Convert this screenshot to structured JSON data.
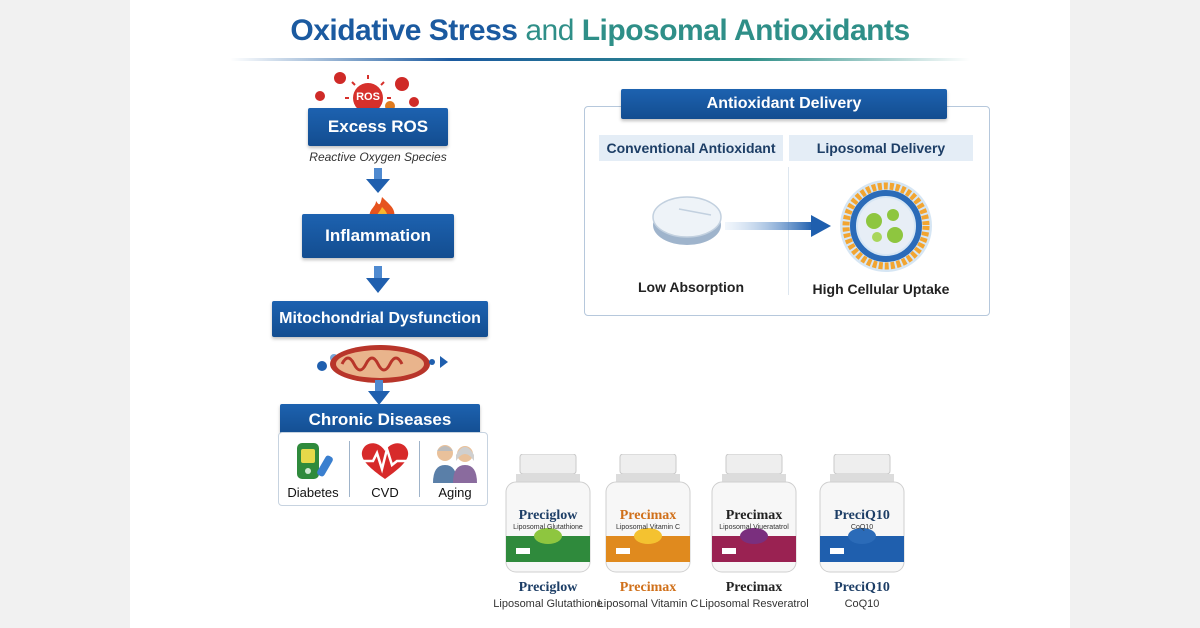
{
  "title": {
    "part1": "Oxidative Stress",
    "part2": "and",
    "part3": "Liposomal Antioxidants"
  },
  "pathway": {
    "ros_badge": "ROS",
    "step1": "Excess ROS",
    "step1_sub": "Reactive Oxygen Species",
    "step2": "Inflammation",
    "step3": "Mitochondrial Dysfunction",
    "step4": "Chronic Diseases",
    "diseases": [
      "Diabetes",
      "CVD",
      "Aging"
    ]
  },
  "delivery": {
    "title": "Antioxidant Delivery",
    "col1": "Conventional Antioxidant",
    "col2": "Liposomal Delivery",
    "result1": "Low Absorption",
    "result2": "High Cellular Uptake"
  },
  "products": [
    {
      "name": "Preciglow",
      "subtitle": "Liposomal Glutathione",
      "bottle_title": "Preciglow",
      "bottle_sub": "Liposomal Glutathione",
      "color": "#2f8a3c",
      "name_color": "#1d3e66"
    },
    {
      "name": "Precimax",
      "subtitle": "Liposomal Vitamin C",
      "bottle_title": "Precimax",
      "bottle_sub": "Liposomal Vitamin C",
      "color": "#e08a1e",
      "name_color": "#d0701a"
    },
    {
      "name": "Precimax",
      "subtitle": "Liposomal Resveratrol",
      "bottle_title": "Precimax",
      "bottle_sub": "Liposomal Viueratatrol",
      "color": "#9a2252",
      "name_color": "#222222"
    },
    {
      "name": "PreciQ10",
      "subtitle": "CoQ10",
      "bottle_title": "PreciQ10",
      "bottle_sub": "CoQ10",
      "color": "#1f5fae",
      "name_color": "#1d3e66"
    }
  ]
}
